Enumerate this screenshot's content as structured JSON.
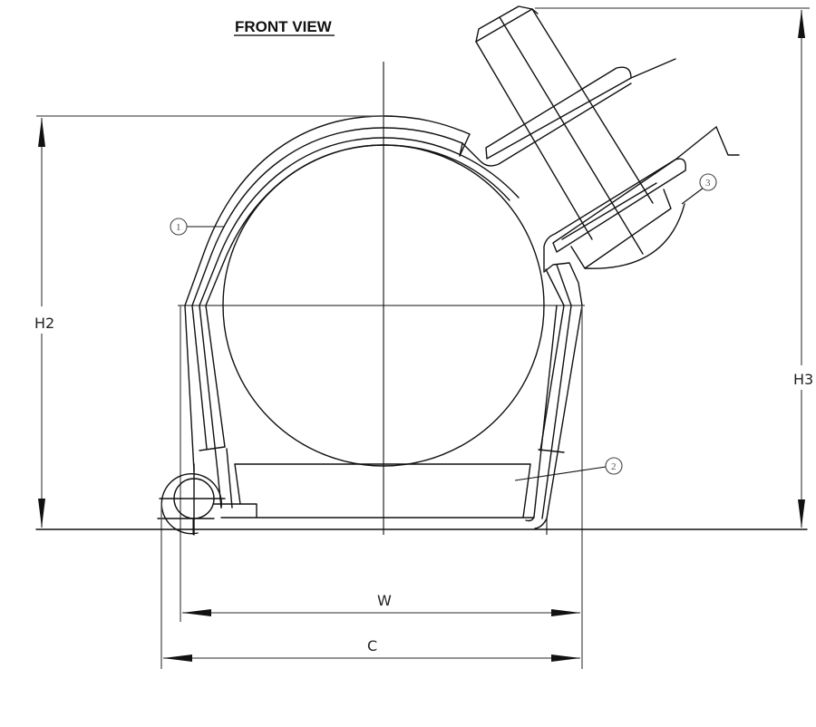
{
  "title": "FRONT VIEW",
  "dimensions": {
    "height_left": "H2",
    "height_right": "H3",
    "width_inner": "W",
    "width_outer": "C"
  },
  "callouts": [
    {
      "id": "1",
      "label": "1"
    },
    {
      "id": "2",
      "label": "2"
    },
    {
      "id": "3",
      "label": "3"
    }
  ],
  "colors": {
    "line": "#111111",
    "dimension_line": "#555555",
    "background": "#ffffff"
  }
}
